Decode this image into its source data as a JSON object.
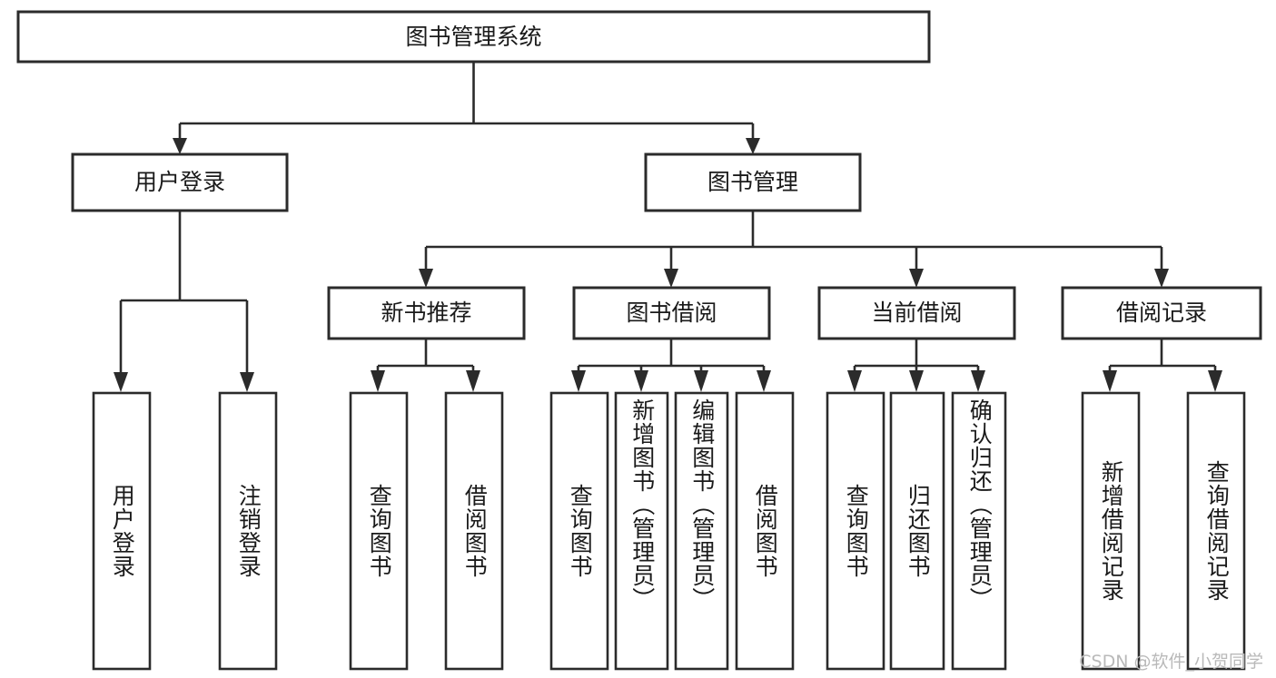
{
  "diagram": {
    "title": "图书管理系统",
    "watermark": "CSDN @软件_小贺同学",
    "root": {
      "id": "root",
      "label": "图书管理系统"
    },
    "level2": [
      {
        "id": "user-login",
        "label": "用户登录"
      },
      {
        "id": "book-manage",
        "label": "图书管理"
      }
    ],
    "level3": [
      {
        "id": "new-book-recommend",
        "label": "新书推荐"
      },
      {
        "id": "book-borrow",
        "label": "图书借阅"
      },
      {
        "id": "current-borrow",
        "label": "当前借阅"
      },
      {
        "id": "borrow-record",
        "label": "借阅记录"
      }
    ],
    "leaves": [
      {
        "id": "leaf-user-login",
        "label": "用户登录",
        "parent": "user-login"
      },
      {
        "id": "leaf-logout-login",
        "label": "注销登录",
        "parent": "user-login"
      },
      {
        "id": "leaf-query-book-1",
        "label": "查询图书",
        "parent": "new-book-recommend"
      },
      {
        "id": "leaf-borrow-book-1",
        "label": "借阅图书",
        "parent": "new-book-recommend"
      },
      {
        "id": "leaf-query-book-2",
        "label": "查询图书",
        "parent": "book-borrow"
      },
      {
        "id": "leaf-add-book",
        "label": "新增图书（管理员）",
        "parent": "book-borrow"
      },
      {
        "id": "leaf-edit-book",
        "label": "编辑图书（管理员）",
        "parent": "book-borrow"
      },
      {
        "id": "leaf-borrow-book-2",
        "label": "借阅图书",
        "parent": "book-borrow"
      },
      {
        "id": "leaf-query-book-3",
        "label": "查询图书",
        "parent": "current-borrow"
      },
      {
        "id": "leaf-return-book",
        "label": "归还图书",
        "parent": "current-borrow"
      },
      {
        "id": "leaf-confirm-return",
        "label": "确认归还（管理员）",
        "parent": "current-borrow"
      },
      {
        "id": "leaf-add-record",
        "label": "新增借阅记录",
        "parent": "borrow-record"
      },
      {
        "id": "leaf-query-record",
        "label": "查询借阅记录",
        "parent": "borrow-record"
      }
    ],
    "colors": {
      "stroke": "#2b2b2b",
      "fill": "#ffffff",
      "text": "#1a1a1a",
      "watermark": "#b9b9b9"
    }
  }
}
